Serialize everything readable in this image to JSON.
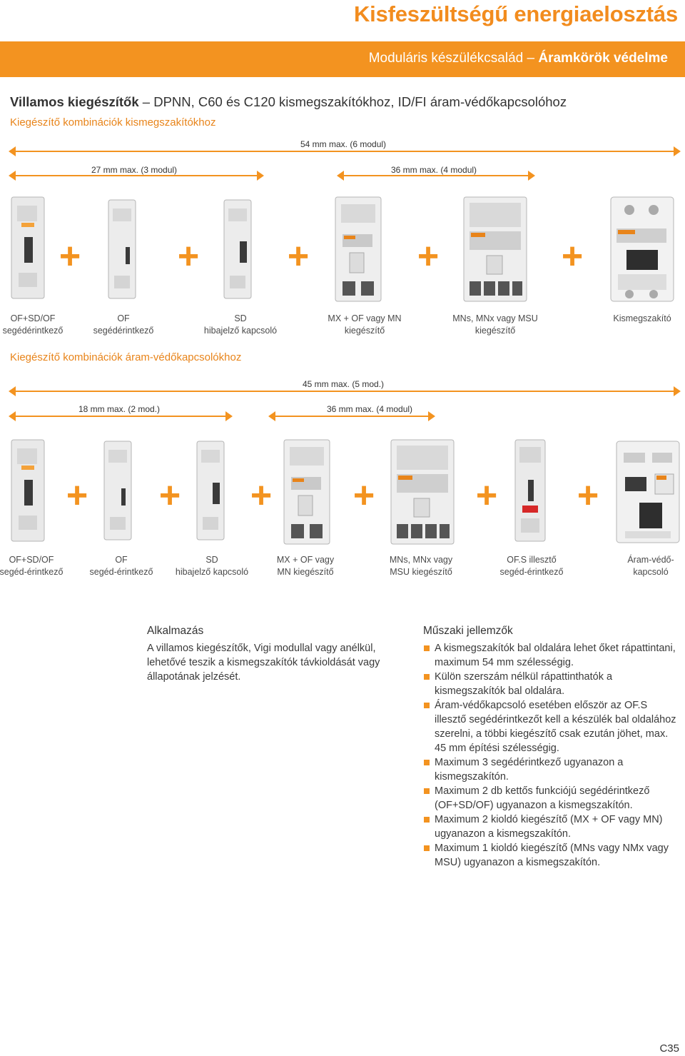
{
  "header": {
    "title": "Kisfeszültségű energiaelosztás",
    "band_light": "Moduláris készülékcsalád – ",
    "band_strong": "Áramkörök védelme"
  },
  "heading": {
    "strong": "Villamos kiegészítők",
    "rest": " – DPNN, C60 és C120 kismegszakítókhoz, ID/FI áram-védőkapcsolóhoz"
  },
  "section1": {
    "subtitle": "Kiegészítő kombinációk kismegszakítókhoz",
    "dim_total": "54 mm max. (6 modul)",
    "dim_left": "27 mm max. (3 modul)",
    "dim_right": "36 mm max. (4 modul)",
    "labels": [
      {
        "l1": "OF+SD/OF",
        "l2": "segédérintkező"
      },
      {
        "l1": "OF",
        "l2": "segédérintkező"
      },
      {
        "l1": "SD",
        "l2": "hibajelző kapcsoló"
      },
      {
        "l1": "MX + OF vagy MN",
        "l2": "kiegészítő"
      },
      {
        "l1": "MNs, MNx vagy MSU",
        "l2": "kiegészítő"
      },
      {
        "l1": "Kismegszakító",
        "l2": ""
      }
    ]
  },
  "section2": {
    "subtitle": "Kiegészítő kombinációk áram-védőkapcsolókhoz",
    "dim_total": "45 mm max. (5 mod.)",
    "dim_left": "18 mm max. (2 mod.)",
    "dim_right": "36 mm max. (4 modul)",
    "labels": [
      {
        "l1": "OF+SD/OF",
        "l2": "segéd-érintkező"
      },
      {
        "l1": "OF",
        "l2": "segéd-érintkező"
      },
      {
        "l1": "SD",
        "l2": "hibajelző kapcsoló"
      },
      {
        "l1": "MX + OF vagy",
        "l2": "MN kiegészítő"
      },
      {
        "l1": "MNs, MNx vagy",
        "l2": "MSU kiegészítő"
      },
      {
        "l1": "OF.S illesztő",
        "l2": "segéd-érintkező"
      },
      {
        "l1": "Áram-védő-",
        "l2": "kapcsoló"
      }
    ]
  },
  "plus_sign": "+",
  "application": {
    "title": "Alkalmazás",
    "text": "A villamos kiegészítők, Vigi modullal vagy anélkül, lehetővé teszik a kismegszakítók távkioldását vagy állapotának jelzését."
  },
  "specs": {
    "title": "Műszaki jellemzők",
    "items": [
      "A kismegszakítók bal oldalára lehet őket rápattintani, maximum 54 mm szélességig.",
      "Külön szerszám nélkül rápattinthatók a kismegszakítók bal oldalára.",
      "Áram-védőkapcsoló esetében először az OF.S illesztő segédérintkezőt kell a készülék bal oldalához szerelni, a többi kiegészítő csak ezután jöhet, max. 45 mm építési szélességig.",
      "Maximum 3 segédérintkező ugyanazon a kismegszakítón.",
      "Maximum 2 db kettős funkciójú segédérintkező (OF+SD/OF) ugyanazon a kismegszakítón.",
      "Maximum 2 kioldó kiegészítő (MX + OF vagy MN) ugyanazon a kismegszakítón.",
      "Maximum 1 kioldó kiegészítő (MNs vagy NMx vagy MSU) ugyanazon a kismegszakítón."
    ]
  },
  "page_number": "C35",
  "colors": {
    "accent": "#f39320"
  }
}
